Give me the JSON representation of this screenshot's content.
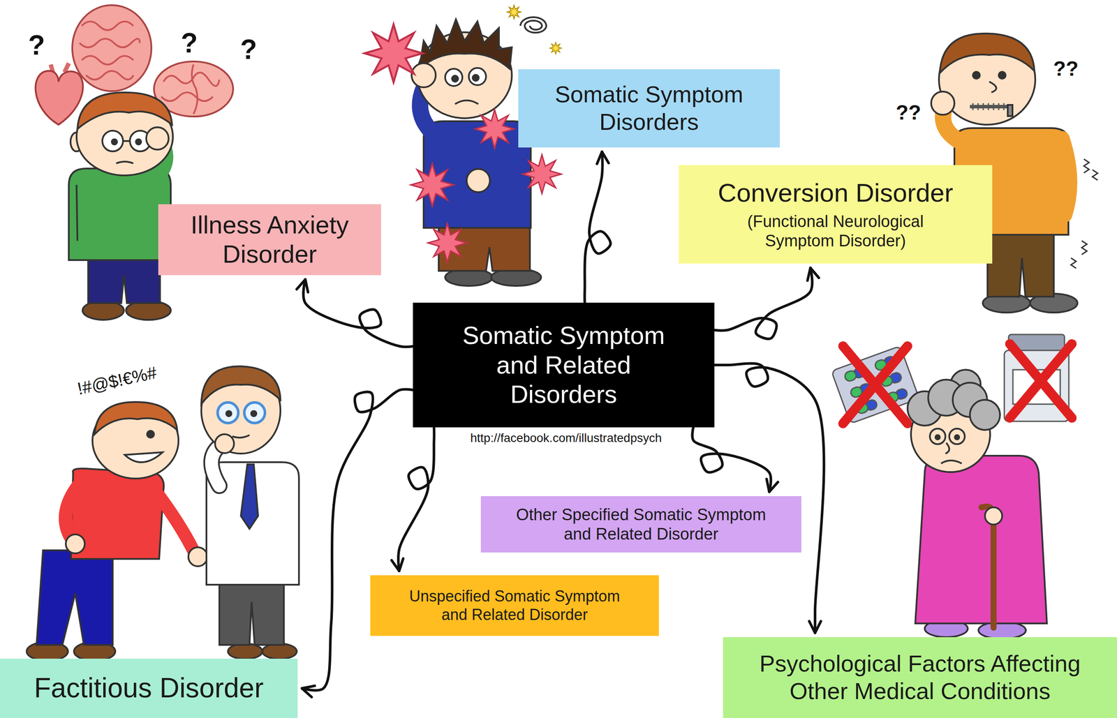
{
  "diagram": {
    "nodes": [
      {
        "text": [
          "Illness Anxiety Disorder"
        ]
      },
      {
        "text": [
          "Somatic Symptom Disorders"
        ]
      },
      {
        "text": [
          "Conversion Disorder",
          "(Functional Neurological Symptom Disorder)"
        ]
      },
      {
        "text": [
          "Somatic Symptom and Related Disorders"
        ]
      },
      {
        "text": [
          "Other Specified Somatic Symptom and Related Disorder"
        ]
      },
      {
        "text": [
          "Unspecified Somatic Symptom and Related Disorder"
        ]
      },
      {
        "text": [
          "Factitious Disorder"
        ]
      },
      {
        "text": [
          "Psychological Factors Affecting Other Medical Conditions"
        ]
      }
    ],
    "edges": [
      {
        "from": 3,
        "to": 0,
        "arrow": "to"
      },
      {
        "from": 3,
        "to": 1,
        "arrow": "to"
      },
      {
        "from": 3,
        "to": 2,
        "arrow": "to"
      },
      {
        "from": 3,
        "to": 4,
        "arrow": "to"
      },
      {
        "from": 3,
        "to": 5,
        "arrow": "to"
      },
      {
        "from": 3,
        "to": 6,
        "arrow": "to"
      },
      {
        "from": 3,
        "to": 7,
        "arrow": "to"
      }
    ],
    "labels": [
      "?",
      "?",
      "?",
      "??",
      "??",
      "!#@$!€%#",
      "http://facebook.com/illustratedpsych"
    ]
  }
}
